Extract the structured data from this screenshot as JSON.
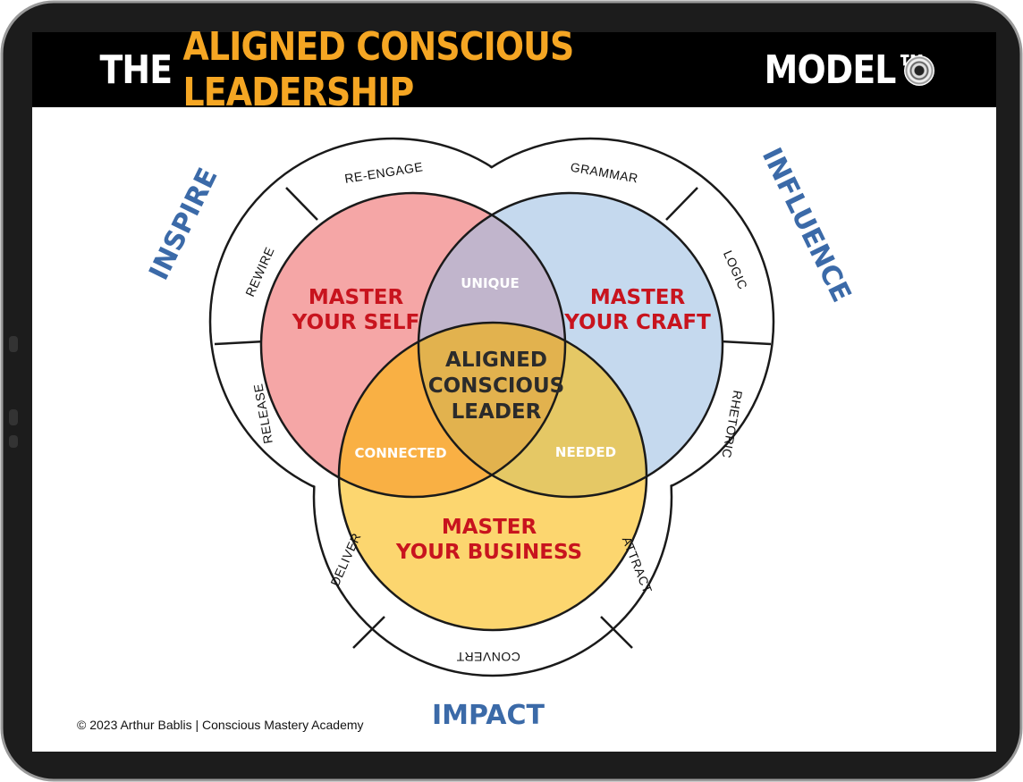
{
  "header": {
    "title_prefix": "THE",
    "title_highlight": "ALIGNED CONSCIOUS LEADERSHIP",
    "title_suffix": "MODEL™"
  },
  "diagram": {
    "outer_labels": {
      "inspire": "INSPIRE",
      "influence": "INFLUENCE",
      "impact": "IMPACT"
    },
    "circles": {
      "self": {
        "line1": "MASTER",
        "line2": "YOUR SELF",
        "color": "#f5a6a6"
      },
      "craft": {
        "line1": "MASTER",
        "line2": "YOUR CRAFT",
        "color": "#c5d9ee"
      },
      "business": {
        "line1": "MASTER",
        "line2": "YOUR BUSINESS",
        "color": "#fcd66f"
      }
    },
    "overlaps": {
      "unique": "UNIQUE",
      "connected": "CONNECTED",
      "needed": "NEEDED"
    },
    "center": {
      "line1": "ALIGNED",
      "line2": "CONSCIOUS",
      "line3": "LEADER"
    },
    "ring_segments": {
      "re_engage": "RE-ENGAGE",
      "rewire": "REWIRE",
      "release": "RELEASE",
      "grammar": "GRAMMAR",
      "logic": "LOGIC",
      "rhetoric": "RHETORIC",
      "attract": "ATTRACT",
      "convert": "CONVERT",
      "deliver": "DELIVER"
    }
  },
  "footer": {
    "copyright": "© 2023 Arthur Bablis | Conscious Mastery Academy"
  },
  "colors": {
    "accent_orange": "#f5a623",
    "label_red": "#c8141e",
    "label_blue": "#3b6aa8",
    "overlap_center": "#e2b24e",
    "overlap_connected": "#f9b044",
    "overlap_needed": "#e5c865",
    "overlap_unique": "#c1b5cc"
  }
}
